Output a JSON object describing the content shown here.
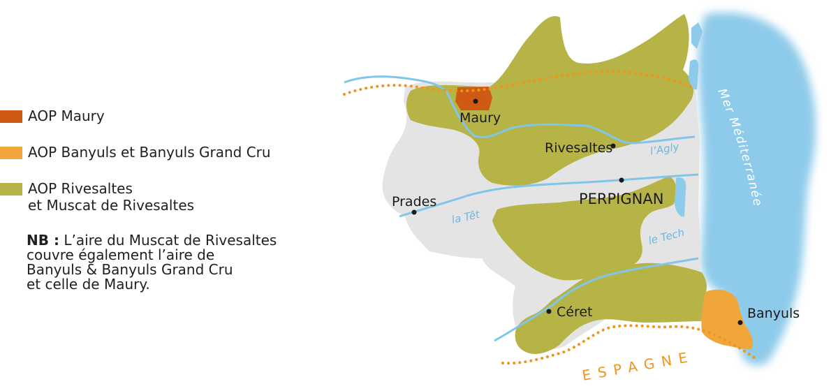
{
  "legend": {
    "items": [
      {
        "label": "AOP Maury",
        "color": "#cf5a14"
      },
      {
        "label": "AOP Banyuls et Banyuls Grand Cru",
        "color": "#f0a63b"
      },
      {
        "label_lines": [
          "AOP Rivesaltes",
          "et Muscat de Rivesaltes"
        ],
        "color": "#b7b447"
      }
    ],
    "note": {
      "prefix": "NB :",
      "line1": "L’aire du Muscat de Rivesaltes",
      "line2": "couvre également l’aire de",
      "line3": "Banyuls & Banyuls Grand Cru",
      "line4": "et celle de Maury."
    }
  },
  "map": {
    "colors": {
      "sea": "#8ecbea",
      "land": "#e4e4e4",
      "river": "#80c5ea",
      "border": "#f0941e",
      "rivesaltes": "#b7b447",
      "maury": "#cf5a14",
      "banyuls": "#f0a63b"
    },
    "towns": [
      {
        "name": "Maury"
      },
      {
        "name": "Rivesaltes"
      },
      {
        "name": "PERPIGNAN"
      },
      {
        "name": "Prades"
      },
      {
        "name": "Céret"
      },
      {
        "name": "Banyuls"
      }
    ],
    "rivers": [
      {
        "name": "l’Agly"
      },
      {
        "name": "la Têt"
      },
      {
        "name": "le Tech"
      }
    ],
    "sea_label": "Mer Méditerranée",
    "country_label": "ESPAGNE"
  }
}
